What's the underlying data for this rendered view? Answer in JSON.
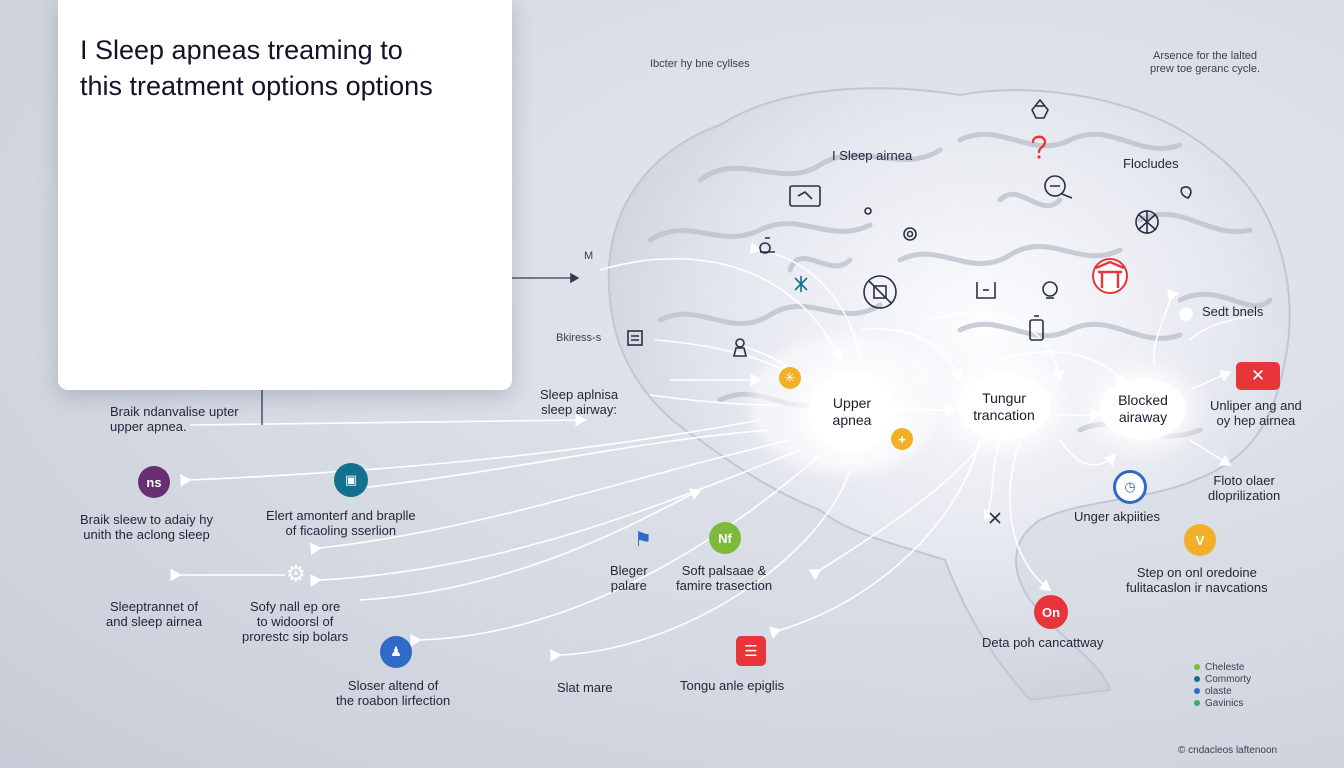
{
  "panel": {
    "title_line1": "I Sleep apneas treaming to",
    "title_line2": "this treatment options options"
  },
  "header": {
    "center_note": "Ibcter hy bne cyllses",
    "right_note_line1": "Arsence for the lalted",
    "right_note_line2": "prew toe geranc cycle."
  },
  "brain_labels": {
    "sleep_apnea": "I Sleep airnea",
    "flocludes": "Flocludes",
    "soft_bnels": "Sedt bnels",
    "erkiess": "Bkiress-s",
    "arrow_m": "M"
  },
  "nodes": {
    "upper_apnea": "Upper\napnea",
    "tongue": "Tungur\ntrancation",
    "blocked": "Blocked\nairaway"
  },
  "left_labels": {
    "brak_line1": "Braik ndanvalise upter",
    "brak_line2": "upper apnea.",
    "sleep_airway_line1": "Sleep aplnisa",
    "sleep_airway_line2": "sleep airway:",
    "braik_sleew_line1": "Braik sleew to adaiy hy",
    "braik_sleew_line2": "unith the aclong sleep",
    "elert_line1": "Elert amonterf and braplle",
    "elert_line2": "of ficaoling sserlion",
    "sleeptrannet_line1": "Sleeptrannet of",
    "sleeptrannet_line2": "and sleep airnea",
    "sofy_line1": "Sofy nall ep ore",
    "sofy_line2": "to widoorsl of",
    "sofy_line3": "prorestc sip bolars",
    "bleger_line1": "Bleger",
    "bleger_line2": "palare",
    "soft_palate_line1": "Soft palsaae &",
    "soft_palate_line2": "famire trasection",
    "sloser_line1": "Sloser altend of",
    "sloser_line2": "the roabon lirfection",
    "slat_mare": "Slat mare",
    "tongu_epiglis": "Tongu anle epiglis"
  },
  "right_labels": {
    "uniper_line1": "Unliper ang and",
    "uniper_line2": "oy hep airnea",
    "floto_line1": "Floto olaer",
    "floto_line2": "dloprilization",
    "unger": "Unger akpiities",
    "step_line1": "Step on onl oredoine",
    "step_line2": "fulitacaslon ir navcations",
    "deta": "Deta poh cancattway"
  },
  "badges": {
    "ns": "ns",
    "nf": "Nf",
    "v": "V",
    "on": "On",
    "x": "✕"
  },
  "legend": [
    "Cheleste",
    "Commorty",
    "olaste",
    "Gavinics"
  ],
  "footer": "© cndacleos laftenoon",
  "colors": {
    "red": "#e8353a",
    "purple": "#6a2f72",
    "teal": "#14708f",
    "green": "#7cba3a",
    "yellow": "#f2b02a",
    "navy": "#2a2f5e",
    "pink": "#d63c85",
    "blue": "#2e6ac6"
  }
}
